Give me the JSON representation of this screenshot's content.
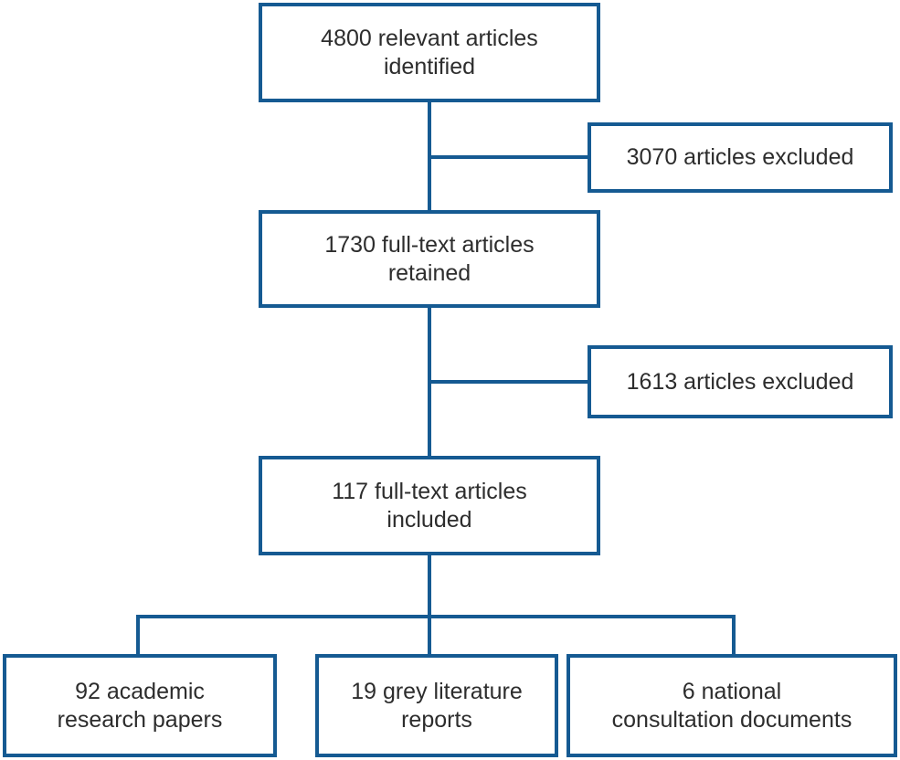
{
  "diagram": {
    "accent_color": "#155a92",
    "text_color": "#2d2d2d",
    "nodes": {
      "identified": {
        "lines": [
          "4800 relevant articles",
          "identified"
        ]
      },
      "excluded_first": {
        "lines": [
          "3070 articles excluded"
        ]
      },
      "retained": {
        "lines": [
          "1730 full-text articles",
          "retained"
        ]
      },
      "excluded_second": {
        "lines": [
          "1613 articles excluded"
        ]
      },
      "included": {
        "lines": [
          "117 full-text articles",
          "included"
        ]
      },
      "academic": {
        "lines": [
          "92 academic",
          "research papers"
        ]
      },
      "grey": {
        "lines": [
          "19 grey literature",
          "reports"
        ]
      },
      "national": {
        "lines": [
          "6 national",
          "consultation documents"
        ]
      }
    }
  }
}
